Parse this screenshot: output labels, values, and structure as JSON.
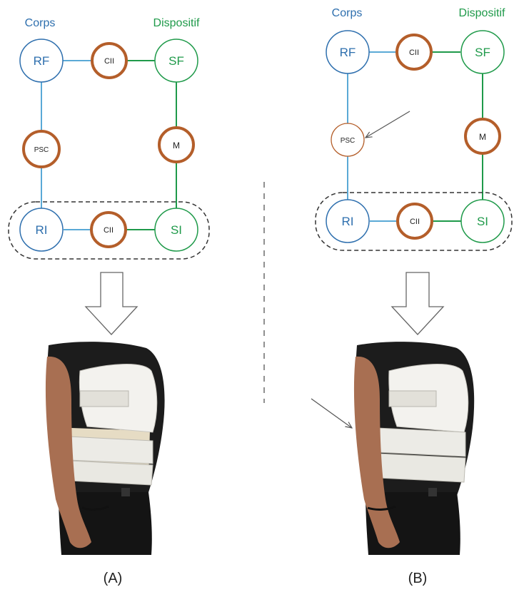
{
  "colors": {
    "body": "#2e6fae",
    "body_link": "#5aa9d6",
    "device": "#1f9a4a",
    "interface": "#b45e2a",
    "dashed": "#333333",
    "arrow": "#555555"
  },
  "panels": {
    "a": {
      "header_left": "Corps",
      "header_right": "Dispositif",
      "nodes": {
        "rf": "RF",
        "cii_top": "CII",
        "sf": "SF",
        "psc": "PSC",
        "m": "M",
        "ri": "RI",
        "cii_bottom": "CII",
        "si": "SI"
      },
      "caption": "(A)"
    },
    "b": {
      "header_left": "Corps",
      "header_right": "Dispositif",
      "nodes": {
        "rf": "RF",
        "cii_top": "CII",
        "sf": "SF",
        "psc": "PSC",
        "m": "M",
        "ri": "RI",
        "cii_bottom": "CII",
        "si": "SI"
      },
      "caption": "(B)"
    }
  }
}
